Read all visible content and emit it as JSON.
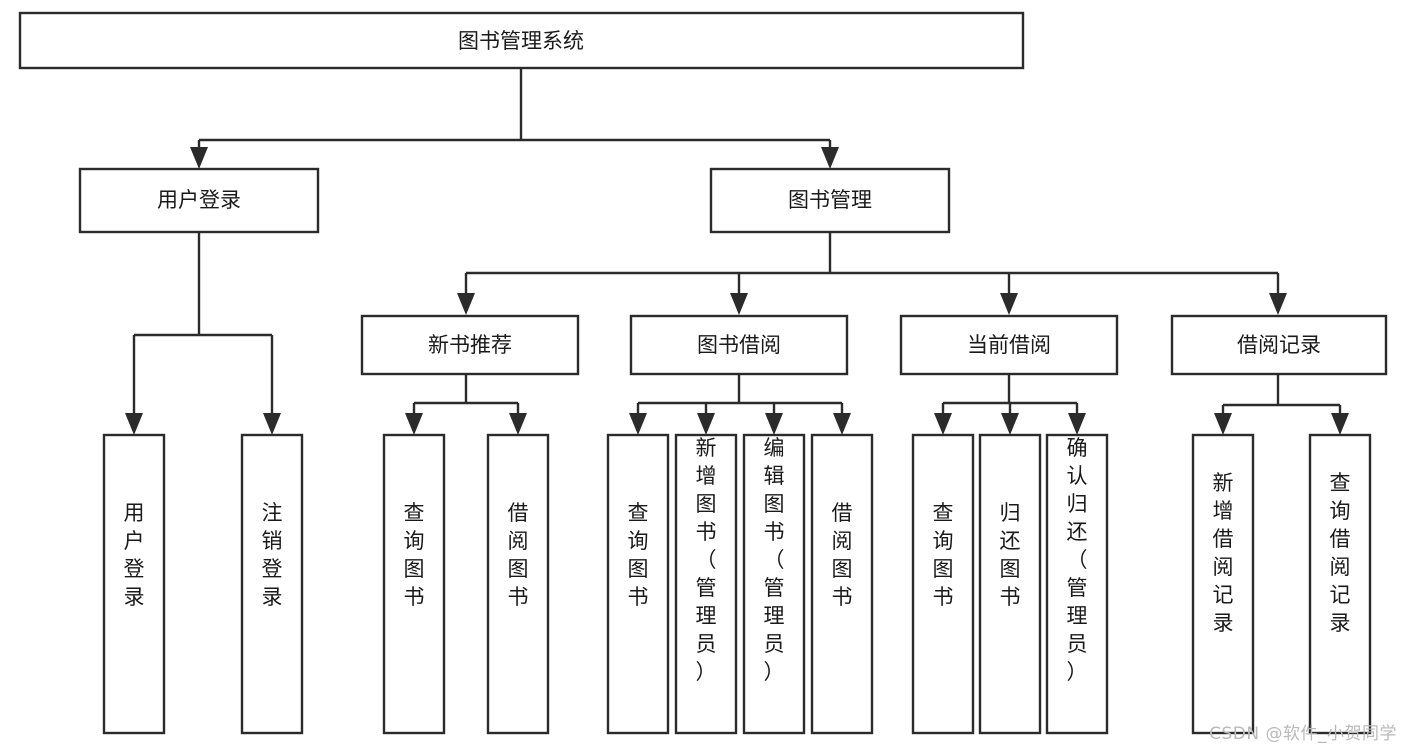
{
  "diagram": {
    "title": "图书管理系统",
    "watermark": "CSDN @软件_小贺同学",
    "colors": {
      "stroke": "#2b2b2b",
      "fill": "#ffffff",
      "text": "#1a1a1a",
      "watermark": "#b9b9b9"
    },
    "levels": {
      "root": "图书管理系统",
      "level2": [
        "用户登录",
        "图书管理"
      ],
      "level3": [
        "新书推荐",
        "图书借阅",
        "当前借阅",
        "借阅记录"
      ]
    },
    "nodes": {
      "root": {
        "label": "图书管理系统"
      },
      "user_login": {
        "label": "用户登录"
      },
      "book_manage": {
        "label": "图书管理"
      },
      "new_book_rec": {
        "label": "新书推荐"
      },
      "book_borrow": {
        "label": "图书借阅"
      },
      "current_borrow": {
        "label": "当前借阅"
      },
      "borrow_record": {
        "label": "借阅记录"
      },
      "leaf_1": {
        "label": "用户登录"
      },
      "leaf_2": {
        "label": "注销登录"
      },
      "leaf_3": {
        "label": "查询图书"
      },
      "leaf_4": {
        "label": "借阅图书"
      },
      "leaf_5": {
        "label": "查询图书"
      },
      "leaf_6": {
        "label": "新增图书（管理员）"
      },
      "leaf_7": {
        "label": "编辑图书（管理员）"
      },
      "leaf_8": {
        "label": "借阅图书"
      },
      "leaf_9": {
        "label": "查询图书"
      },
      "leaf_10": {
        "label": "归还图书"
      },
      "leaf_11": {
        "label": "确认归还（管理员）"
      },
      "leaf_12": {
        "label": "新增借阅记录"
      },
      "leaf_13": {
        "label": "查询借阅记录"
      }
    },
    "edges": [
      {
        "from": "root",
        "to": "user_login"
      },
      {
        "from": "root",
        "to": "book_manage"
      },
      {
        "from": "user_login",
        "to": "leaf_1"
      },
      {
        "from": "user_login",
        "to": "leaf_2"
      },
      {
        "from": "book_manage",
        "to": "new_book_rec"
      },
      {
        "from": "book_manage",
        "to": "book_borrow"
      },
      {
        "from": "book_manage",
        "to": "current_borrow"
      },
      {
        "from": "book_manage",
        "to": "borrow_record"
      },
      {
        "from": "new_book_rec",
        "to": "leaf_3"
      },
      {
        "from": "new_book_rec",
        "to": "leaf_4"
      },
      {
        "from": "book_borrow",
        "to": "leaf_5"
      },
      {
        "from": "book_borrow",
        "to": "leaf_6"
      },
      {
        "from": "book_borrow",
        "to": "leaf_7"
      },
      {
        "from": "book_borrow",
        "to": "leaf_8"
      },
      {
        "from": "current_borrow",
        "to": "leaf_9"
      },
      {
        "from": "current_borrow",
        "to": "leaf_10"
      },
      {
        "from": "current_borrow",
        "to": "leaf_11"
      },
      {
        "from": "borrow_record",
        "to": "leaf_12"
      },
      {
        "from": "borrow_record",
        "to": "leaf_13"
      }
    ]
  }
}
